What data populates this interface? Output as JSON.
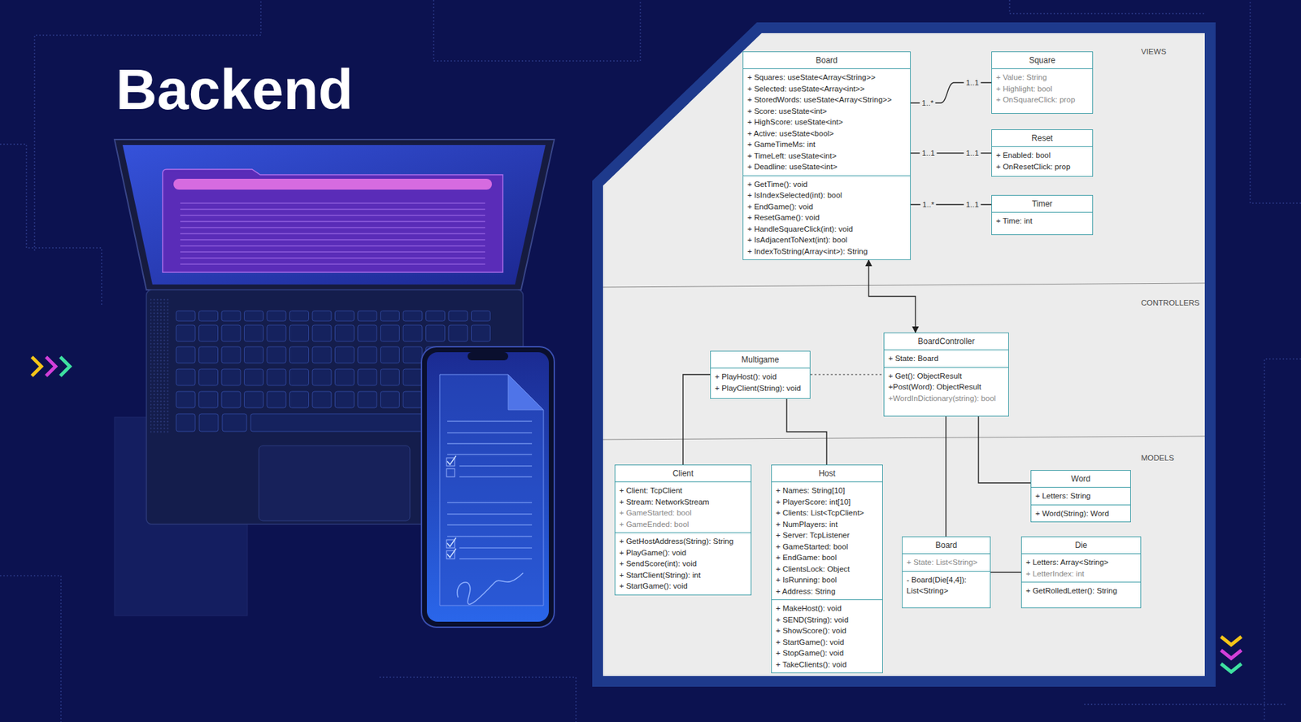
{
  "diagram": {
    "title": "Backend",
    "nodes": [
      {
        "text": [
          "Board",
          "+ Squares: useState<Array<String>>",
          "+ Selected: useState<Array<int>>",
          "+ StoredWords: useState<Array<String>>",
          "+ Score: useState<int>",
          "+ HighScore: useState<int>",
          "+ Active: useState<bool>",
          "+ GameTimeMs: int",
          "+ TimeLeft: useState<int>",
          "+ Deadline: useState<int>",
          "+ GetTime(): void",
          "+ IsIndexSelected(int): bool",
          "+ EndGame(): void",
          "+ ResetGame(): void",
          "+ HandleSquareClick(int): void",
          "+ IsAdjacentToNext(int): bool",
          "+ IndexToString(Array<int>): String"
        ]
      },
      {
        "text": [
          "Square",
          "+ Value: String",
          "+ Highlight: bool",
          "+ OnSquareClick: prop"
        ]
      },
      {
        "text": [
          "Reset",
          "+ Enabled: bool",
          "+ OnResetClick: prop"
        ]
      },
      {
        "text": [
          "Timer",
          "+ Time: int"
        ]
      },
      {
        "text": [
          "Multigame",
          "+ PlayHost(): void",
          "+ PlayClient(String): void"
        ]
      },
      {
        "text": [
          "BoardController",
          "+ State: Board",
          "+ Get(): ObjectResult",
          "+Post(Word): ObjectResult",
          "+WordInDictionary(string): bool"
        ]
      },
      {
        "text": [
          "Client",
          "+ Client: TcpClient",
          "+ Stream: NetworkStream",
          "+ GameStarted: bool",
          "+ GameEnded: bool",
          "+ GetHostAddress(String): String",
          "+ PlayGame(): void",
          "+ SendScore(int): void",
          "+ StartClient(String): int",
          "+ StartGame(): void"
        ]
      },
      {
        "text": [
          "Host",
          "+ Names: String[10]",
          "+ PlayerScore: int[10]",
          "+ Clients: List<TcpClient>",
          "+ NumPlayers: int",
          "+ Server: TcpListener",
          "+ GameStarted: bool",
          "+ EndGame: bool",
          "+ ClientsLock: Object",
          "+ IsRunning: bool",
          "+ Address: String",
          "+ MakeHost(): void",
          "+ SEND(String): void",
          "+ ShowScore(): void",
          "+ StartGame(): void",
          "+ StopGame(): void",
          "+ TakeClients(): void"
        ]
      },
      {
        "text": [
          "Board",
          "+ State: List<String>",
          "- Board(Die[4,4]): List<String>"
        ]
      },
      {
        "text": [
          "Word",
          "+ Letters: String",
          "+ Word(String): Word"
        ]
      },
      {
        "text": [
          "Die",
          "+ Letters: Array<String>",
          "+ LetterIndex: int",
          "+ GetRolledLetter(): String"
        ]
      }
    ],
    "edges": [
      {
        "from": 0,
        "to": 1,
        "arrow": "none"
      },
      {
        "from": 0,
        "to": 2,
        "arrow": "none"
      },
      {
        "from": 0,
        "to": 3,
        "arrow": "none"
      },
      {
        "from": 0,
        "to": 5,
        "arrow": "both"
      },
      {
        "from": 4,
        "to": 5,
        "arrow": "none"
      },
      {
        "from": 4,
        "to": 6,
        "arrow": "none"
      },
      {
        "from": 4,
        "to": 7,
        "arrow": "none"
      },
      {
        "from": 5,
        "to": 8,
        "arrow": "none"
      },
      {
        "from": 5,
        "to": 9,
        "arrow": "none"
      },
      {
        "from": 8,
        "to": 10,
        "arrow": "none"
      }
    ],
    "labels": [
      "VIEWS",
      "1..*",
      "1..1",
      "1..1",
      "1..1",
      "1..*",
      "1..1",
      "CONTROLLERS",
      "MODELS"
    ]
  }
}
